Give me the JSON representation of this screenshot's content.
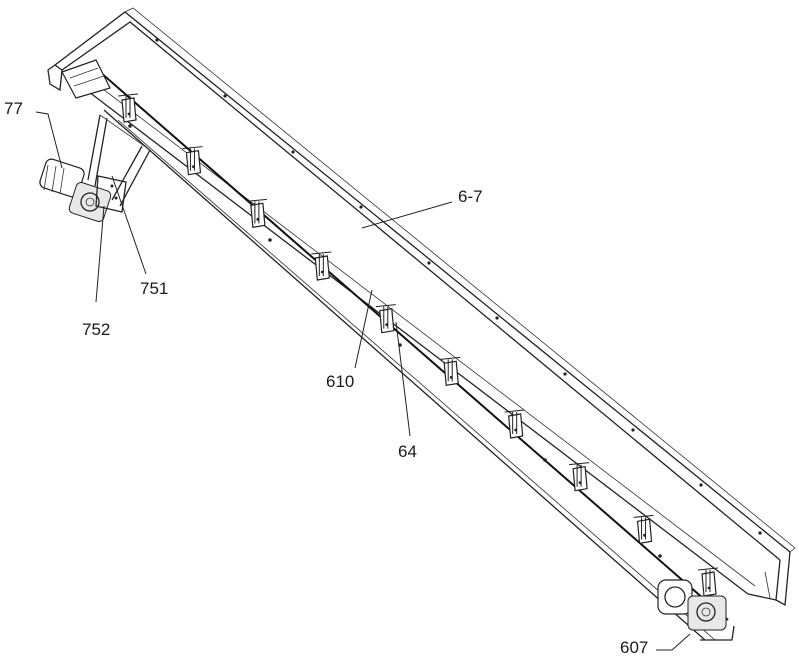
{
  "labels": {
    "l77": "77",
    "l67": "6-7",
    "l751": "751",
    "l752": "752",
    "l610": "610",
    "l64": "64",
    "l607": "607"
  },
  "brackets": 10
}
